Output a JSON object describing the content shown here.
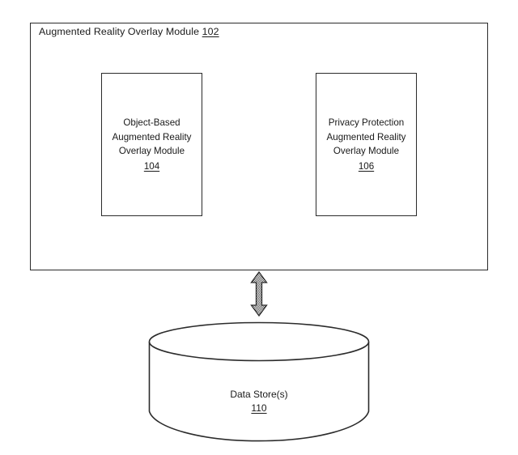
{
  "figure": {
    "type": "patent-block-diagram",
    "background_color": "#ffffff",
    "line_color": "#2b2b2b",
    "text_color": "#1a1a1a"
  },
  "outer_module": {
    "title": "Augmented Reality Overlay Module",
    "reference_numeral": "102"
  },
  "inner_modules": [
    {
      "name": "object-based-module",
      "label": "Object-Based\nAugmented Reality\nOverlay Module",
      "reference_numeral": "104"
    },
    {
      "name": "privacy-protection-module",
      "label": "Privacy Protection\nAugmented Reality\nOverlay Module",
      "reference_numeral": "106"
    }
  ],
  "connector": {
    "name": "bidirectional-arrow",
    "direction": "vertical",
    "heads": "double",
    "fill": "stippled"
  },
  "data_store": {
    "label": "Data Store(s)",
    "reference_numeral": "110",
    "shape": "cylinder"
  }
}
